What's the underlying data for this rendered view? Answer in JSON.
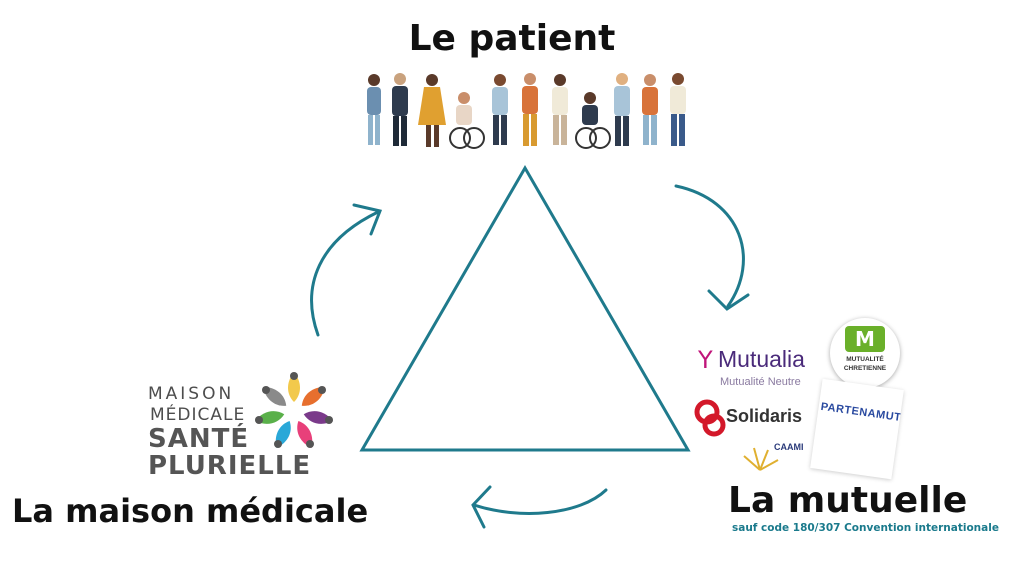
{
  "nodes": {
    "patient": {
      "title": "Le patient"
    },
    "mutuelle": {
      "title": "La mutuelle",
      "note": "sauf code 180/307 Convention internationale"
    },
    "maison_medicale": {
      "title": "La maison médicale"
    }
  },
  "maison_medicale_logo": {
    "line1": "MAISON",
    "line2": "MÉDICALE",
    "line3": "SANTÉ",
    "line4": "PLURIELLE"
  },
  "mutuelle_logos": {
    "mutualia": {
      "name": "Mutualia",
      "tagline": "Mutualité Neutre"
    },
    "solidaris": {
      "name": "Solidaris"
    },
    "chretienne": {
      "line1": "MUTUALITÉ",
      "line2": "CHRETIENNE"
    },
    "partena": {
      "name": "PARTENAMUT"
    },
    "caami": {
      "name": "CAAMI"
    }
  },
  "colors": {
    "accent": "#1f7a8c",
    "title_text": "#111111",
    "note_text": "#1a7a8c"
  },
  "icons": [
    "people-group-illustration",
    "cycle-arrow-icon"
  ]
}
